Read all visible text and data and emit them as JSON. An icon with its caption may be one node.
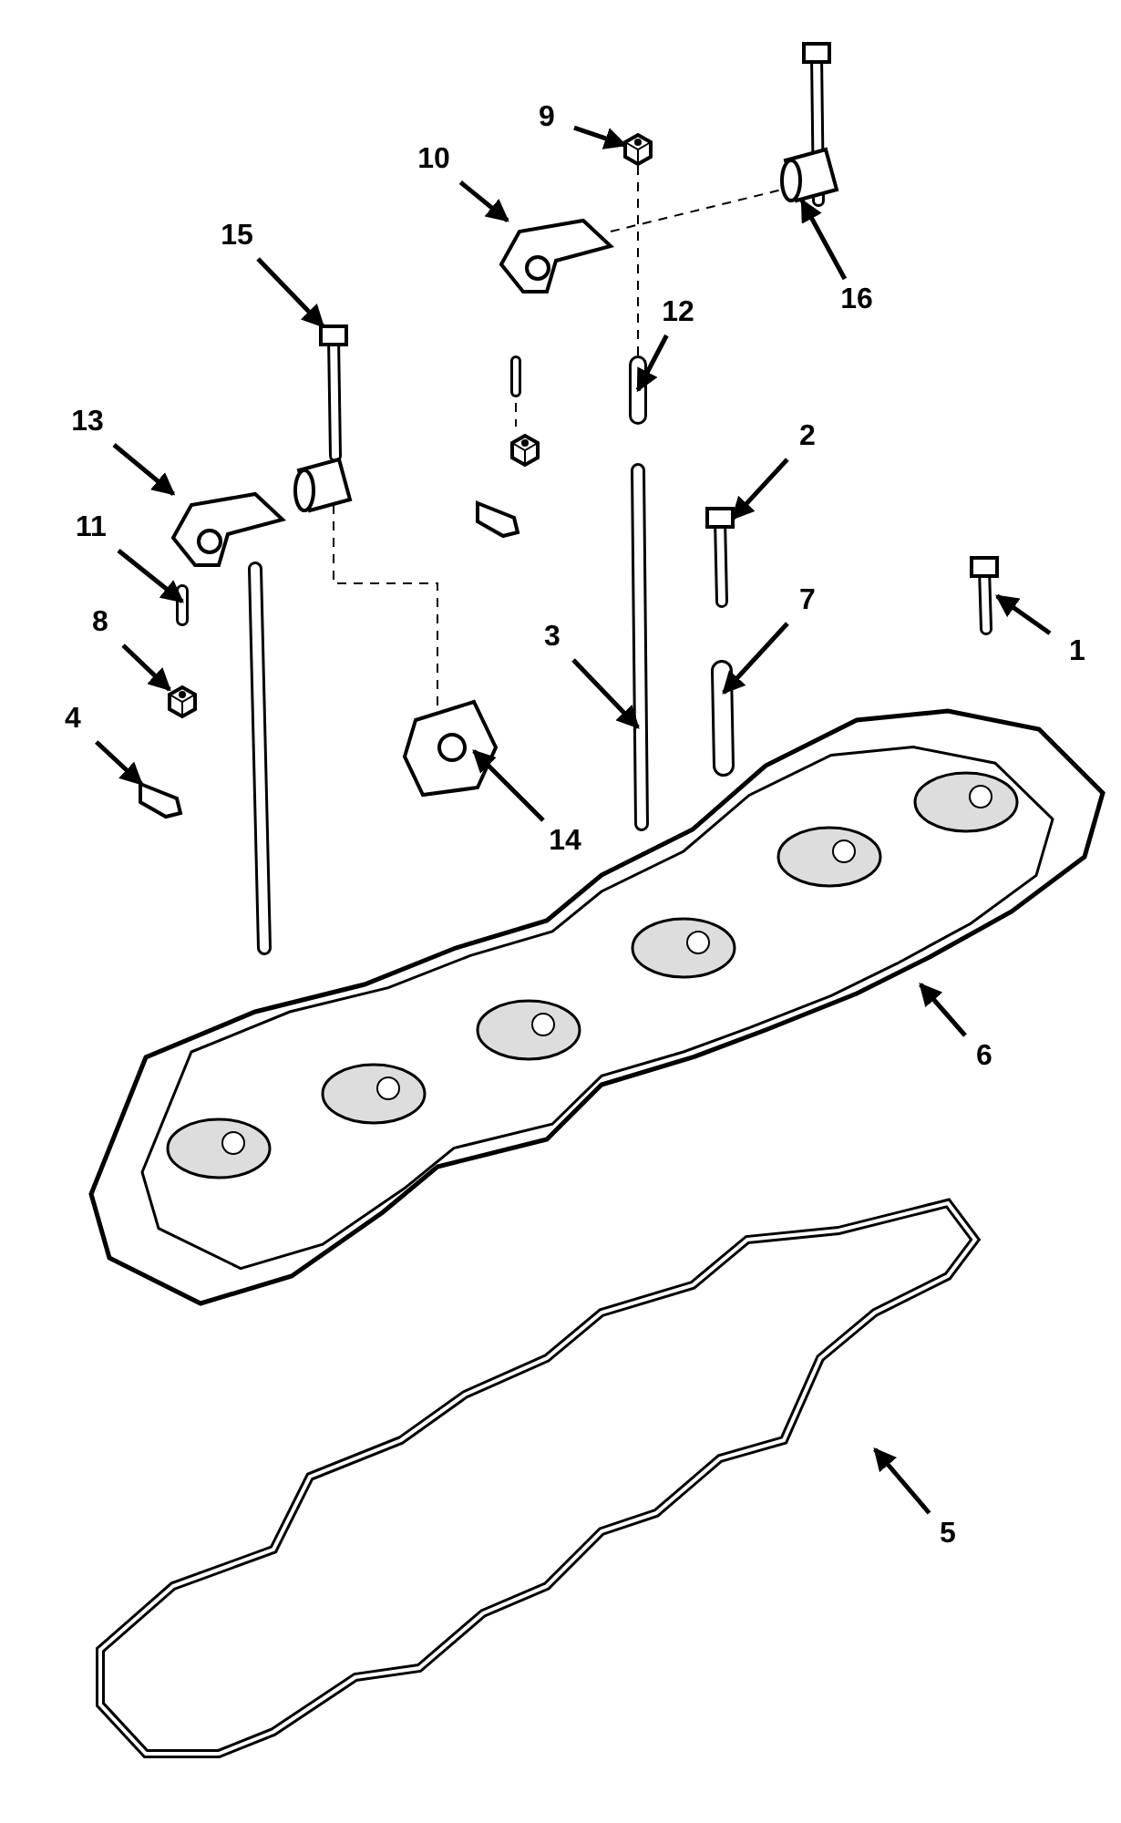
{
  "diagram": {
    "nodes": [
      {
        "text": [
          "9"
        ]
      },
      {
        "text": [
          "10"
        ]
      },
      {
        "text": [
          "15"
        ]
      },
      {
        "text": [
          "16"
        ]
      },
      {
        "text": [
          "12"
        ]
      },
      {
        "text": [
          "13"
        ]
      },
      {
        "text": [
          "2"
        ]
      },
      {
        "text": [
          "11"
        ]
      },
      {
        "text": [
          "8"
        ]
      },
      {
        "text": [
          "7"
        ]
      },
      {
        "text": [
          "1"
        ]
      },
      {
        "text": [
          "3"
        ]
      },
      {
        "text": [
          "4"
        ]
      },
      {
        "text": [
          "14"
        ]
      },
      {
        "text": [
          "6"
        ]
      },
      {
        "text": [
          "5"
        ]
      },
      {
        "text": [],
        "shape": "picture"
      },
      {
        "text": [],
        "shape": "picture"
      },
      {
        "text": [],
        "shape": "picture"
      },
      {
        "text": [],
        "shape": "picture"
      },
      {
        "text": [],
        "shape": "picture"
      },
      {
        "text": [],
        "shape": "picture"
      },
      {
        "text": [],
        "shape": "picture"
      },
      {
        "text": [],
        "shape": "picture"
      },
      {
        "text": [],
        "shape": "picture"
      },
      {
        "text": [],
        "shape": "picture"
      },
      {
        "text": [],
        "shape": "picture"
      },
      {
        "text": [],
        "shape": "picture"
      },
      {
        "text": [],
        "shape": "picture"
      },
      {
        "text": [],
        "shape": "picture"
      },
      {
        "text": [],
        "shape": "picture"
      },
      {
        "text": [],
        "shape": "picture"
      },
      {
        "text": [],
        "shape": "picture"
      }
    ],
    "edges": [
      {
        "from": 0,
        "to": 16,
        "arrow": "to"
      },
      {
        "from": 1,
        "to": 17,
        "arrow": "to"
      },
      {
        "from": 2,
        "to": 18,
        "arrow": "to"
      },
      {
        "from": 3,
        "to": 19,
        "arrow": "to"
      },
      {
        "from": 4,
        "to": 20,
        "arrow": "to"
      },
      {
        "from": 5,
        "to": 21,
        "arrow": "to"
      },
      {
        "from": 6,
        "to": 22,
        "arrow": "to"
      },
      {
        "from": 7,
        "to": 23,
        "arrow": "to"
      },
      {
        "from": 8,
        "to": 24,
        "arrow": "to"
      },
      {
        "from": 9,
        "to": 25,
        "arrow": "to"
      },
      {
        "from": 10,
        "to": 26,
        "arrow": "to"
      },
      {
        "from": 11,
        "to": 27,
        "arrow": "to"
      },
      {
        "from": 12,
        "to": 28,
        "arrow": "to"
      },
      {
        "from": 13,
        "to": 29,
        "arrow": "to"
      },
      {
        "from": 14,
        "to": 30,
        "arrow": "to"
      },
      {
        "from": 15,
        "to": 31,
        "arrow": "to"
      },
      {
        "from": 16,
        "to": 20,
        "arrow": "none",
        "style": "dashed"
      },
      {
        "from": 17,
        "to": 19,
        "arrow": "none",
        "style": "dashed"
      },
      {
        "from": 32,
        "to": 29,
        "arrow": "none",
        "style": "dashed"
      }
    ]
  }
}
